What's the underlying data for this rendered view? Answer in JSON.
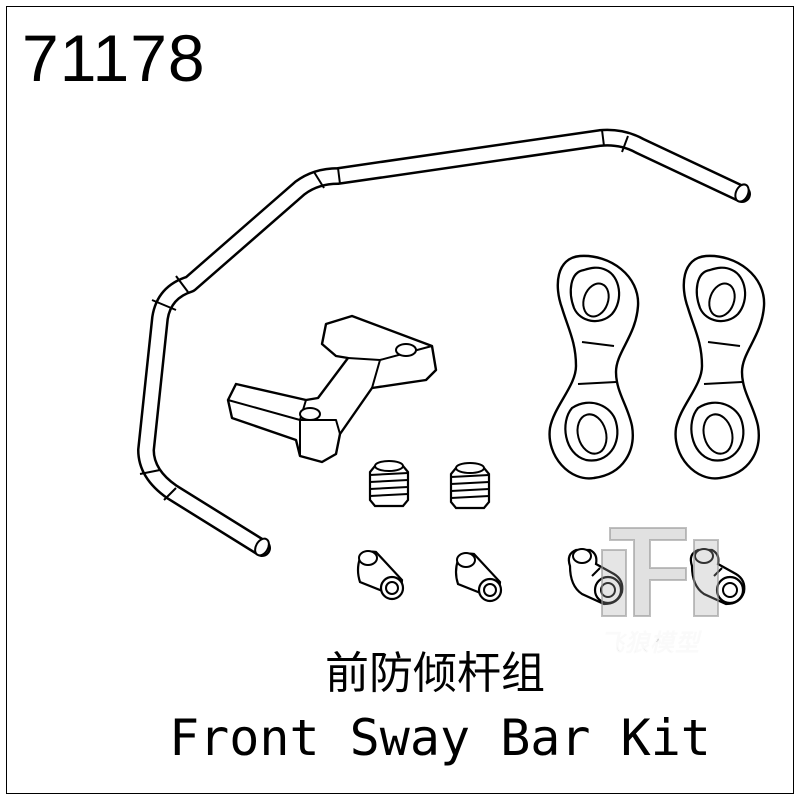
{
  "part_number": "71178",
  "title_cn": "前防倾杆组",
  "title_en": "Front Sway Bar Kit",
  "watermark_text": "飞狼模型",
  "colors": {
    "ink": "#000000",
    "paper": "#ffffff",
    "watermark": "#969696"
  },
  "parts": [
    {
      "name": "sway-bar",
      "count": 1
    },
    {
      "name": "sway-bar-mount",
      "count": 1
    },
    {
      "name": "set-screw",
      "count": 2
    },
    {
      "name": "pivot-ball",
      "count": 2
    },
    {
      "name": "ball-stud",
      "count": 2
    },
    {
      "name": "rod-end-link",
      "count": 2
    }
  ]
}
